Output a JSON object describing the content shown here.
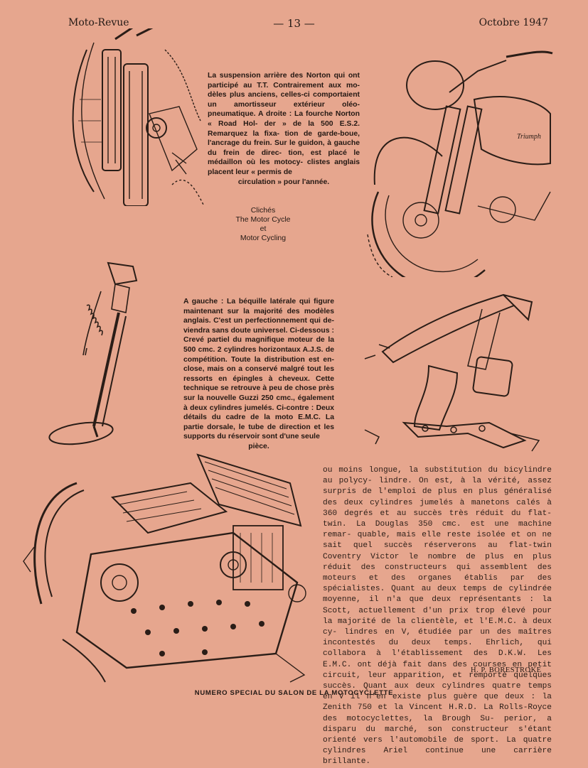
{
  "header": {
    "left": "Moto-Revue",
    "center": "— 13 —",
    "right": "Octobre 1947"
  },
  "captions": {
    "top": [
      "La suspension arrière des Norton qui ont",
      "participé au T.T. Contrairement aux mo-",
      "dèles plus anciens, celles-ci comportaient",
      "un amortisseur extérieur oléo-pneumatique.",
      "A droite : La fourche Norton « Road Hol-",
      "der » de la 500 E.S.2. Remarquez la fixa-",
      "tion de garde-boue, l'ancrage du frein.",
      "Sur le guidon, à gauche du frein de direc-",
      "tion, est placé le médaillon où les motocy-",
      "clistes anglais placent leur « permis de",
      "circulation » pour l'année."
    ],
    "middle": [
      "A gauche : La béquille latérale qui figure",
      "maintenant sur la majorité des modèles",
      "anglais. C'est un perfectionnement qui de-",
      "viendra sans doute universel. Ci-dessous :",
      "Crevé partiel du magnifique moteur de la",
      "500 cmc. 2 cylindres horizontaux A.J.S. de",
      "compétition. Toute la distribution est en-",
      "close, mais on a conservé malgré tout les",
      "ressorts en épingles à cheveux. Cette",
      "technique se retrouve à peu de chose près",
      "sur la nouvelle Guzzi 250 cmc., également",
      "à deux cylindres jumelés. Ci-contre : Deux",
      "détails du cadre de la moto E.M.C. La",
      "partie dorsale, le tube de direction et les",
      "supports du réservoir sont d'une seule",
      "pièce."
    ]
  },
  "credits": [
    "Clichés",
    "The Motor Cycle",
    "et",
    "Motor Cycling"
  ],
  "body_text": [
    "ou moins longue, la substitution du bicylindre au polycy-",
    "lindre. On est, à la vérité, assez surpris de l'emploi de",
    "plus en plus généralisé des deux cylindres jumelés à",
    "manetons calés à 360 degrés et au succès très réduit du",
    "flat-twin. La Douglas 350 cmc. est une machine remar-",
    "quable, mais elle reste isolée et on ne sait quel succès",
    "réserverons au flat-twin Coventry Victor le nombre de",
    "plus en plus réduit des constructeurs qui assemblent des",
    "moteurs et des organes établis par des spécialistes. Quant",
    "au deux temps de cylindrée moyenne, il n'a que deux",
    "représentants : la Scott, actuellement d'un prix trop élevé",
    "pour la majorité de la clientèle, et l'E.M.C. à deux cy-",
    "lindres en V, étudiée par un des maîtres incontestés du",
    "deux temps. Ehrlich, qui collabora à l'établissement des",
    "D.K.W. Les E.M.C. ont déjà fait dans des courses en",
    "petit circuit, leur apparition, et remporté quelques succès.",
    "Quant aux deux cylindres quatre temps en V il n'en",
    "existe plus guère que deux : la Zenith 750 et la Vincent",
    "H.R.D. La Rolls-Royce des motocyclettes, la Brough Su-",
    "perior, a disparu du marché, son constructeur s'étant",
    "orienté vers l'automobile de sport. La quatre cylindres",
    "Ariel continue une carrière brillante."
  ],
  "signature": "H. P. BORESTROKE",
  "footer": "NUMERO SPECIAL DU SALON DE LA MOTOCYCLETTE",
  "logo_text": "Triumph",
  "colors": {
    "paper": "#e6a68e",
    "ink": "#231915"
  }
}
